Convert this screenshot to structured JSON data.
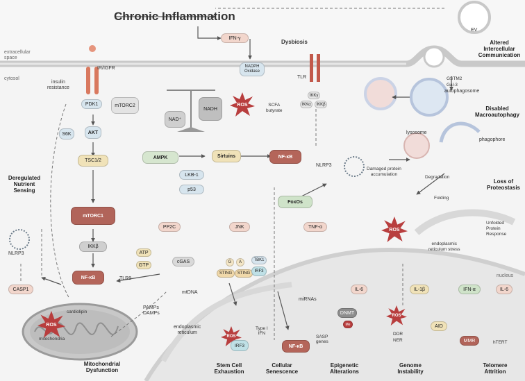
{
  "header": {
    "title": "Chronic Inflammation",
    "extracellular": "extracellular\nspace",
    "cytosol": "cytosol",
    "nucleus": "nucleus"
  },
  "hallmarks": {
    "altered_comm": "Altered\nIntercellular\nCommunication",
    "disabled_auto": "Disabled\nMacroautophagy",
    "loss_proteo": "Loss of\nProteostasis",
    "dereg_nutrient": "Deregulated\nNutrient\nSensing",
    "mito_dys": "Mitochondrial\nDysfunction",
    "stem_cell": "Stem Cell\nExhaustion",
    "cell_sen": "Cellular\nSenescence",
    "epigen": "Epigenetic\nAlterations",
    "genome": "Genome\nInstability",
    "telomere": "Telomere\nAttrition"
  },
  "labels": {
    "ev": "EV",
    "ifn_g": "IFN-γ",
    "dysbiosis": "Dysbiosis",
    "nadph": "NADPH\nOxidase",
    "tlr": "TLR",
    "scfa": "SCFA\nbutyrate",
    "ikkg": "IKKγ",
    "ikka": "IKKα",
    "ikkb_top": "IKKβ",
    "ir_igfr": "IR/IGFR",
    "insulin_res": "insulin\nresistance",
    "pdk1": "PDK1",
    "mtorc2": "mTORC2",
    "s6k": "S6K",
    "akt": "AKT",
    "p": "P",
    "tsc": "TSC1/2",
    "mtorc1": "mTORC1",
    "ikkb": "IKKβ",
    "nad_plus": "NAD⁺",
    "nadh": "NADH",
    "ampk": "AMPK",
    "sirtuins": "Sirtuins",
    "nfkb": "NF-κB",
    "lkb1": "LKB-1",
    "p53": "p53",
    "foxos": "FoxOs",
    "pp2c": "PP2C",
    "jnk": "JNK",
    "tnfa": "TNF-α",
    "ros": "ROS",
    "nlrp3": "NLRP3",
    "nlrp3_left": "NLRP3",
    "casp1": "CASP1",
    "cardiolipin": "cardiolipin",
    "mitochondria": "mitochondria",
    "tlr9": "TLR9",
    "mtdna": "mtDNA",
    "pamps": "PAMPs\nDAMPs",
    "atp": "ATP",
    "gtp": "GTP",
    "cgas": "cGAS",
    "sting": "STING",
    "g": "G",
    "a": "A",
    "tbk1": "TBK1",
    "irf3": "IRF3",
    "er_left": "endoplasmic\nreticulum",
    "er_stress": "endoplasmic\nreticulum stress",
    "upr": "Unfolded\nProtein\nResponse",
    "damaged": "Damaged protein\naccumulation",
    "degradation": "Degradation",
    "folding": "Folding",
    "lysosome": "lysosome",
    "autophagosome": "autophagosome",
    "phagophore": "phagophore",
    "gstm2": "GSTM2",
    "gal3": "Gal-3",
    "type1ifn": "Type I\nIFN",
    "sasp": "SASP\ngenes",
    "mirnas": "miRNAs",
    "dnmt": "DNMT",
    "me": "Me",
    "il6": "IL-6",
    "il1b": "IL-1β",
    "ifna": "IFN-α",
    "aid": "AID",
    "mmr": "MMR",
    "htert": "hTERT",
    "ddr": "DDR",
    "ner": "NER"
  },
  "colors": {
    "ros": "#b83e3e",
    "nfkb": "#b4655a",
    "mtorc1": "#b1645a",
    "sirtuin": "#f0e2b8",
    "ampk": "#d6e6cf",
    "foxo": "#cfe3c9",
    "blue": "#d7e5ee",
    "pink": "#f2d6cc",
    "grey": "#d9d9d9"
  }
}
